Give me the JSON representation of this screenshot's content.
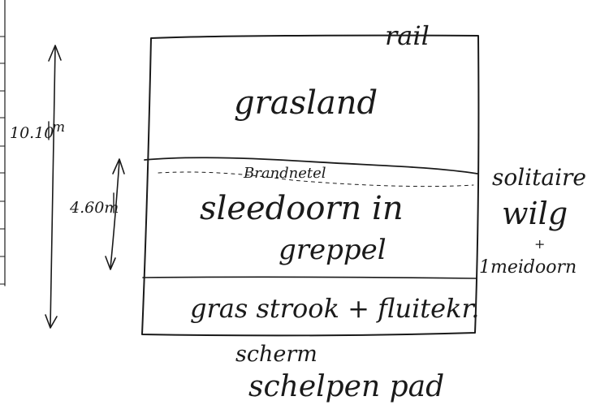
{
  "labels": {
    "top_edge": "rail",
    "zone_top": "grasland",
    "zone_boundary": "Brandnetel",
    "zone_middle_line1": "sleedoorn in",
    "zone_middle_line2": "greppel",
    "zone_bottom": "gras strook + fluitekr.",
    "bottom_edge_line1": "scherm",
    "bottom_edge_line2": "schelpen pad",
    "right_note_line1": "solitaire",
    "right_note_line2": "wilg",
    "right_note_line3": "+",
    "right_note_line4": "1meidoorn",
    "total_width_value": "10.10",
    "total_width_unit": "m",
    "ditch_width": "4.60m"
  },
  "colors": {
    "ink": "#1a1a1a",
    "paper": "#ffffff"
  }
}
